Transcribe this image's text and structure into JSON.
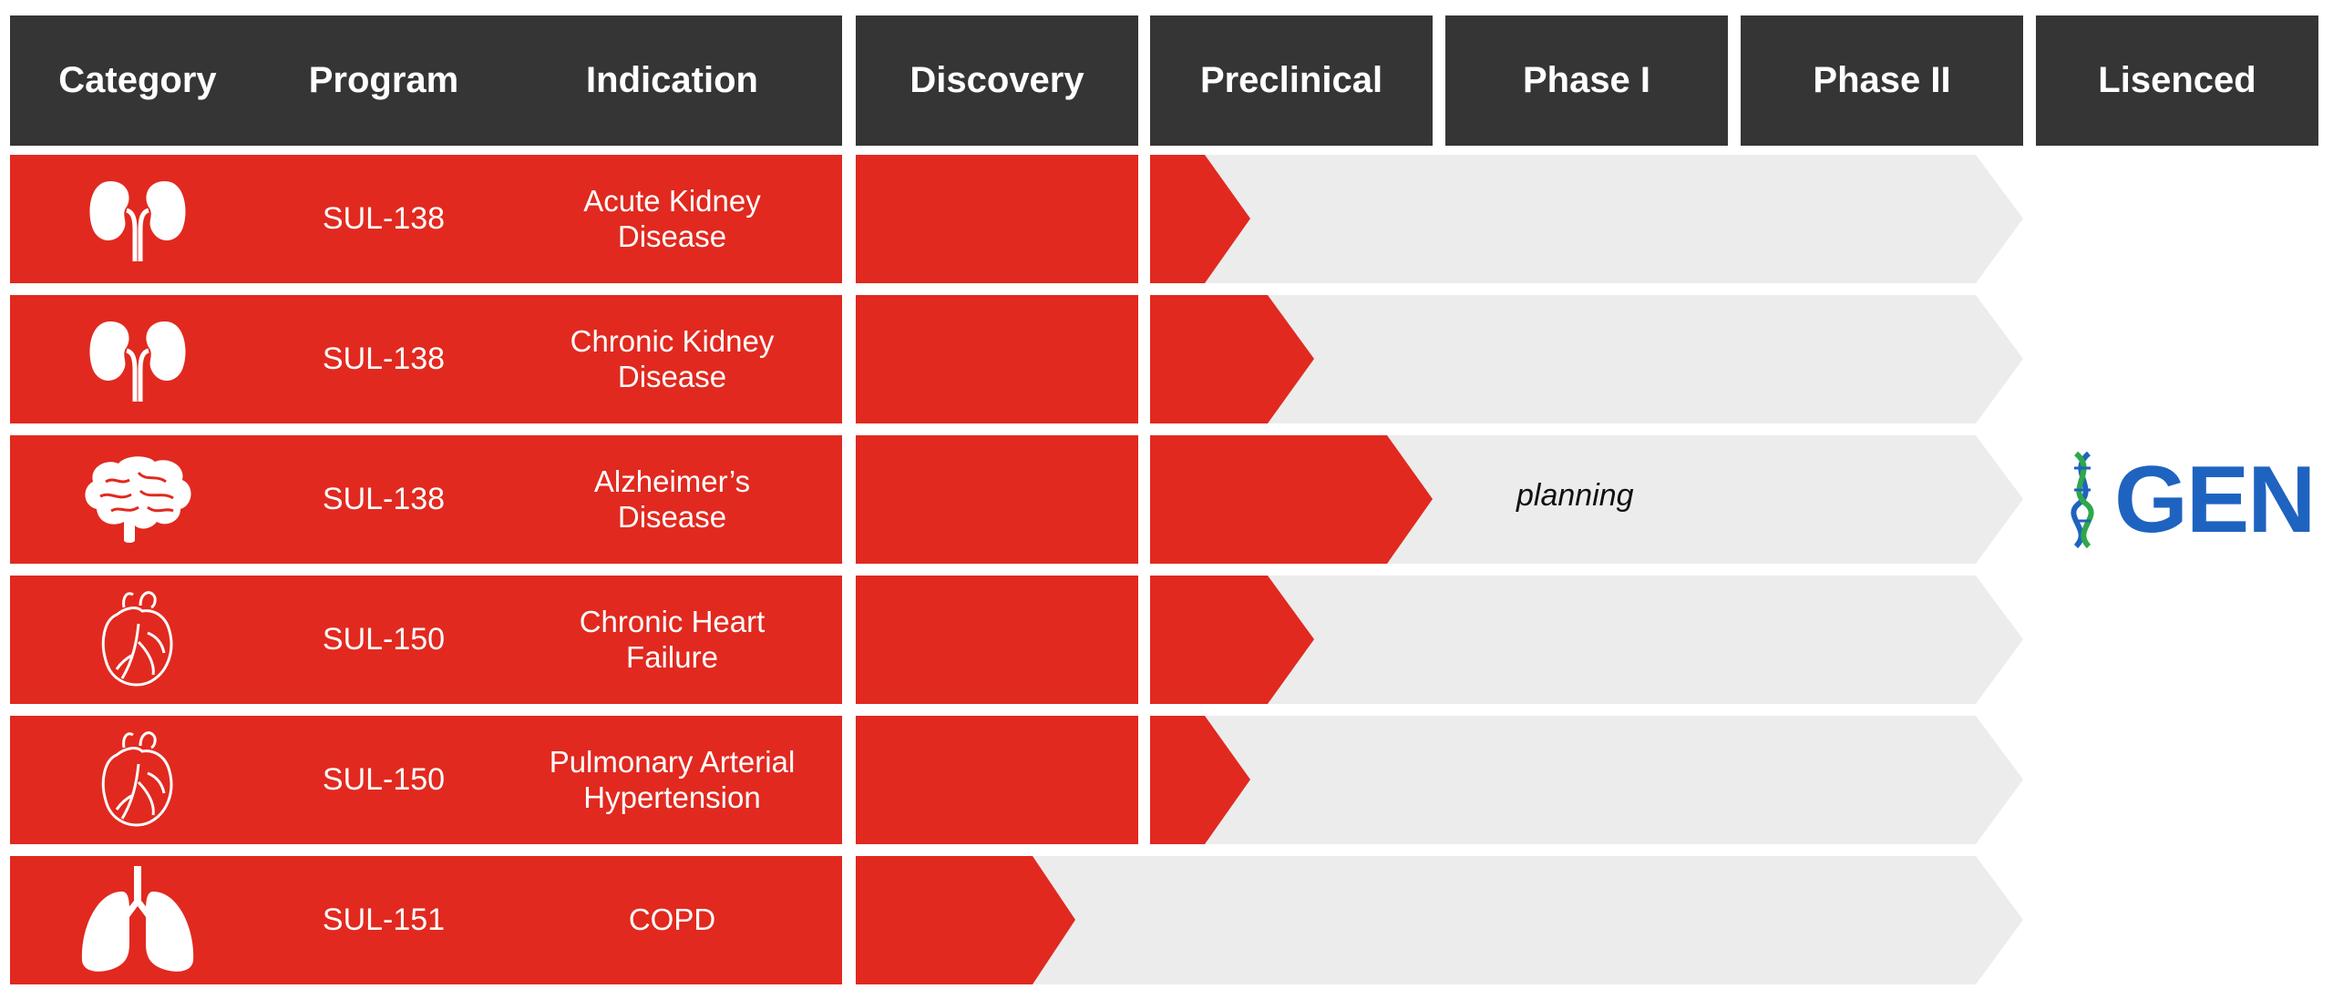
{
  "header": {
    "category": "Category",
    "program": "Program",
    "indication": "Indication",
    "discovery": "Discovery",
    "preclinical": "Preclinical",
    "phase1": "Phase I",
    "phase2": "Phase II",
    "licensed": "Lisenced"
  },
  "colors": {
    "accent": "#e1291f",
    "header_bg": "#353535",
    "track": "#ececec",
    "logo_blue": "#1f63c0",
    "logo_green": "#2ea84a"
  },
  "rows": [
    {
      "icon": "kidney-icon",
      "program": "SUL-138",
      "indication_l1": "Acute Kidney",
      "indication_l2": "Disease",
      "stage_note": ""
    },
    {
      "icon": "kidney-icon",
      "program": "SUL-138",
      "indication_l1": "Chronic Kidney",
      "indication_l2": "Disease",
      "stage_note": ""
    },
    {
      "icon": "brain-icon",
      "program": "SUL-138",
      "indication_l1": "Alzheimer’s",
      "indication_l2": "Disease",
      "stage_note": "planning"
    },
    {
      "icon": "heart-icon",
      "program": "SUL-150",
      "indication_l1": "Chronic Heart",
      "indication_l2": "Failure",
      "stage_note": ""
    },
    {
      "icon": "heart-icon",
      "program": "SUL-150",
      "indication_l1": "Pulmonary Arterial",
      "indication_l2": "Hypertension",
      "stage_note": ""
    },
    {
      "icon": "lungs-icon",
      "program": "SUL-151",
      "indication_l1": "COPD",
      "indication_l2": "",
      "stage_note": ""
    }
  ],
  "licensee": {
    "logo_text": "GEN",
    "logo_icon": "dna-icon"
  }
}
